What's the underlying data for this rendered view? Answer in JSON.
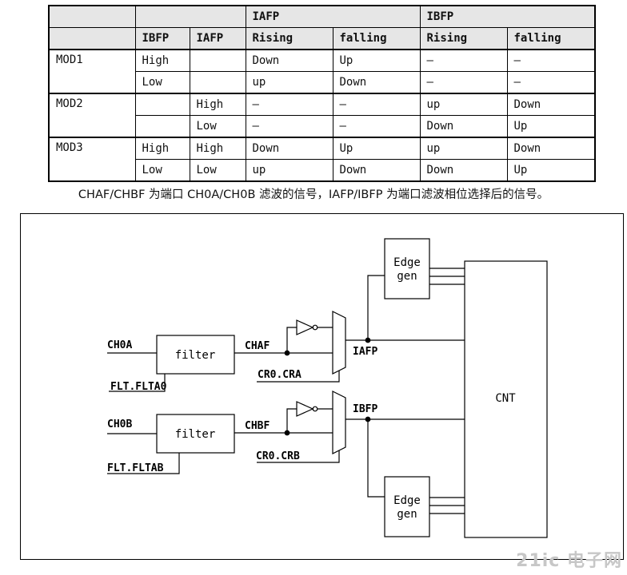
{
  "table": {
    "group_headers": {
      "iafp": "IAFP",
      "ibfp": "IBFP"
    },
    "sub_headers": {
      "ibfp": "IBFP",
      "iafp": "IAFP",
      "rising_a": "Rising",
      "falling_a": "falling",
      "rising_b": "Rising",
      "falling_b": "falling"
    },
    "rows": [
      {
        "mode": "MOD1",
        "ibfp": "High",
        "iafp": "",
        "a_rising": "Down",
        "a_falling": "Up",
        "b_rising": "–",
        "b_falling": "–"
      },
      {
        "mode": "",
        "ibfp": "Low",
        "iafp": "",
        "a_rising": "up",
        "a_falling": "Down",
        "b_rising": "–",
        "b_falling": "–"
      },
      {
        "mode": "MOD2",
        "ibfp": "",
        "iafp": "High",
        "a_rising": "–",
        "a_falling": "–",
        "b_rising": "up",
        "b_falling": "Down"
      },
      {
        "mode": "",
        "ibfp": "",
        "iafp": "Low",
        "a_rising": "–",
        "a_falling": "–",
        "b_rising": "Down",
        "b_falling": "Up"
      },
      {
        "mode": "MOD3",
        "ibfp": "High",
        "iafp": "High",
        "a_rising": "Down",
        "a_falling": "Up",
        "b_rising": "up",
        "b_falling": "Down"
      },
      {
        "mode": "",
        "ibfp": "Low",
        "iafp": "Low",
        "a_rising": "up",
        "a_falling": "Down",
        "b_rising": "Down",
        "b_falling": "Up"
      }
    ]
  },
  "caption": "CHAF/CHBF 为端口 CH0A/CH0B 滤波的信号，IAFP/IBFP 为端口滤波相位选择后的信号。",
  "diagram": {
    "ch0a": "CH0A",
    "ch0b": "CH0B",
    "filter_a": "filter",
    "filter_b": "filter",
    "flt_a": "FLT.FLTA0",
    "flt_b": "FLT.FLTAB",
    "chaf": "CHAF",
    "chbf": "CHBF",
    "cra": "CR0.CRA",
    "crb": "CR0.CRB",
    "iafp": "IAFP",
    "ibfp": "IBFP",
    "edge_top_1": "Edge",
    "edge_top_2": "gen",
    "edge_bot_1": "Edge",
    "edge_bot_2": "gen",
    "cnt": "CNT"
  },
  "watermark": "21ic 电子网"
}
